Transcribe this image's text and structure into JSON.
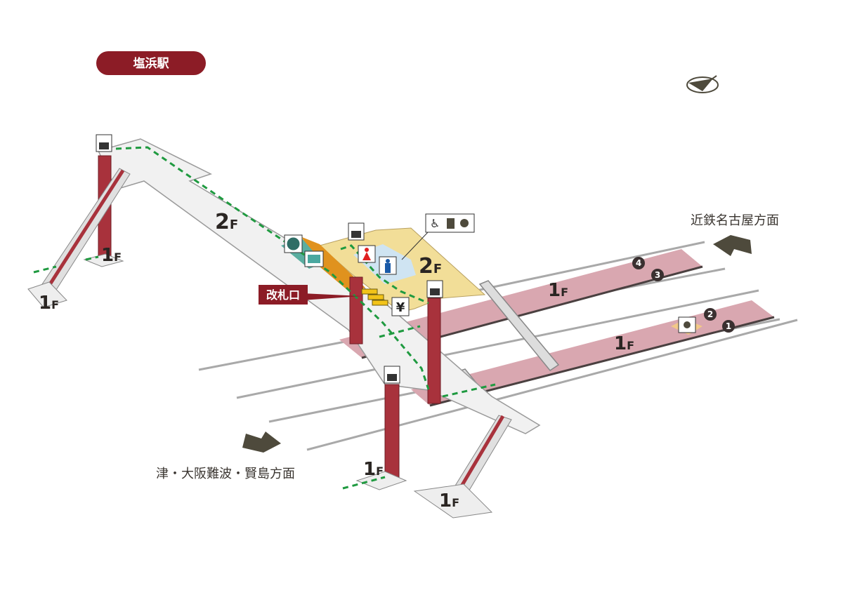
{
  "station_name": "塩浜駅",
  "directions": {
    "north": "近鉄名古屋方面",
    "south": "津・大阪難波・賢島方面"
  },
  "gate_label": "改札口",
  "ticket_icon": "¥",
  "floors": {
    "f2": "2",
    "f1": "1",
    "suffix": "F"
  },
  "platforms": [
    "1",
    "2",
    "3",
    "4"
  ],
  "colors": {
    "brand": "#8c1c26",
    "platform": "#d9a7b0",
    "concourse": "#f2de98",
    "pillar": "#a8323c",
    "route": "#1f9a40",
    "arrow": "#4e4a3c"
  },
  "icons": [
    "elevator-icon",
    "toilet-female-icon",
    "toilet-male-icon",
    "accessible-icon",
    "ostomate-icon",
    "baby-care-icon",
    "ticket-machine-icon",
    "transfer-machine-icon",
    "ticket-gate-icon",
    "waiting-room-icon",
    "compass-icon"
  ]
}
